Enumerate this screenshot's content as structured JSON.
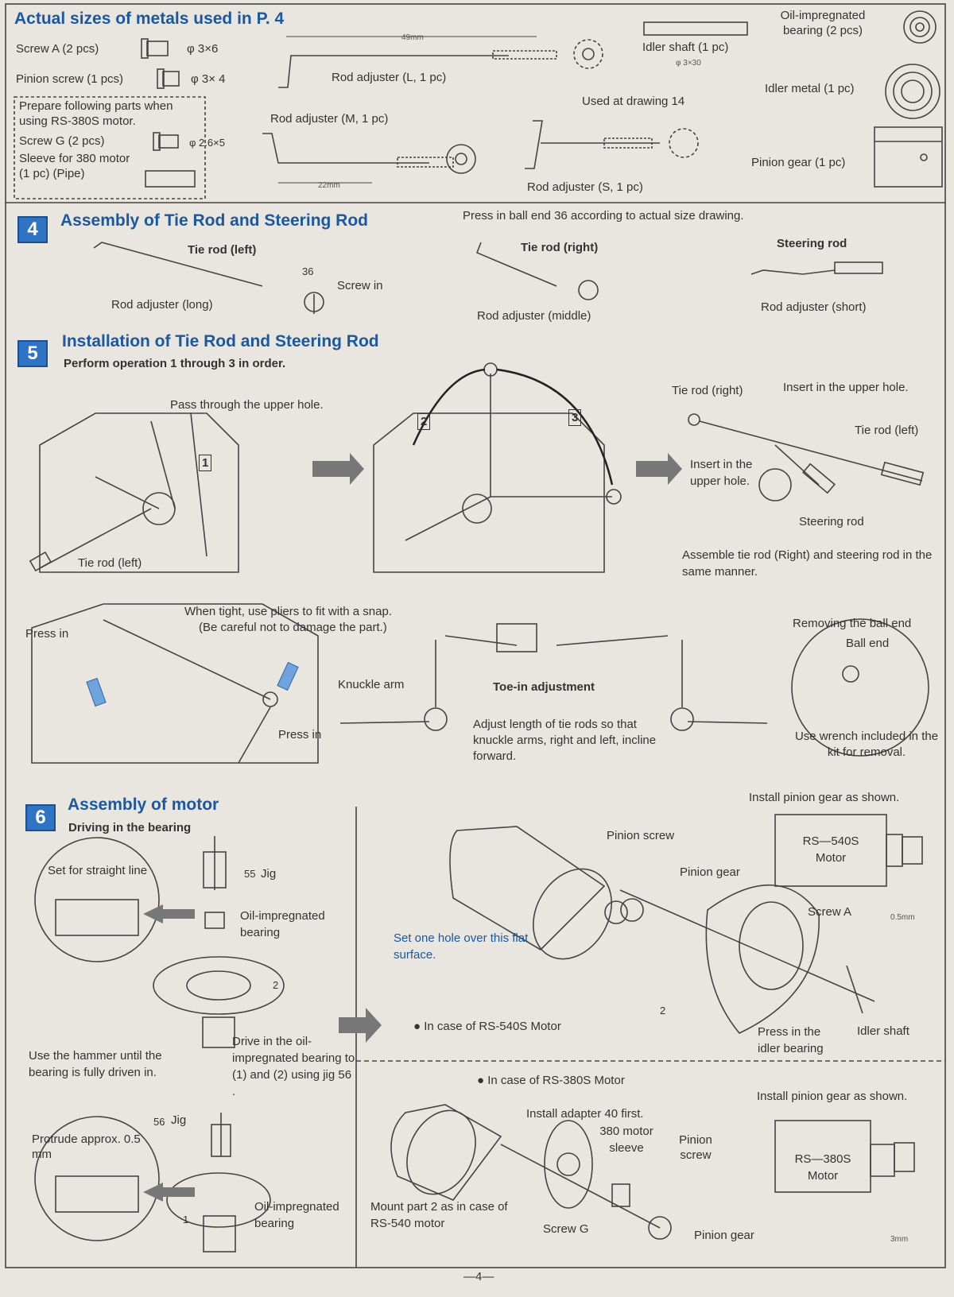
{
  "metals": {
    "title": "Actual sizes of metals used in P. 4",
    "screw_a": "Screw A (2 pcs)",
    "screw_a_size": "φ 3×6",
    "pinion_screw": "Pinion  screw (1 pcs)",
    "pinion_screw_size": "φ 3× 4",
    "prepare_note": "Prepare following parts when using RS-380S motor.",
    "screw_g": "Screw G (2 pcs)",
    "screw_g_size": "φ 2.6×5",
    "sleeve": "Sleeve for 380 motor (1 pc) (Pipe)",
    "rod_l": "Rod adjuster (L, 1 pc)",
    "dim_49": "49mm",
    "rod_m": "Rod adjuster (M, 1 pc)",
    "dim_22": "22mm",
    "used_at": "Used at drawing 14",
    "rod_s": "Rod adjuster (S, 1 pc)",
    "idler_shaft": "Idler shaft (1 pc)",
    "idler_shaft_size": "φ 3×30",
    "oil_bearing": "Oil-impregnated bearing (2 pcs)",
    "idler_metal": "Idler metal (1 pc)",
    "pinion_gear": "Pinion gear (1 pc)"
  },
  "step4": {
    "num": "4",
    "title": "Assembly of Tie Rod and Steering Rod",
    "note": "Press in ball end 36 according to actual size drawing.",
    "tie_left": "Tie rod (left)",
    "part36": "36",
    "screw_in": "Screw in",
    "rod_long": "Rod adjuster (long)",
    "tie_right": "Tie rod (right)",
    "rod_middle": "Rod adjuster (middle)",
    "steering_rod": "Steering rod",
    "rod_short": "Rod adjuster (short)"
  },
  "step5": {
    "num": "5",
    "title": "Installation of Tie Rod and Steering Rod",
    "subtitle": "Perform operation 1 through 3 in order.",
    "pass_through": "Pass through the upper hole.",
    "tie_left_label": "Tie rod (left)",
    "step1": "1",
    "step2": "2",
    "step3": "3",
    "tie_right": "Tie rod (right)",
    "insert_upper": "Insert in the upper hole.",
    "tie_left2": "Tie rod (left)",
    "insert_in": "Insert in the upper hole.",
    "steering_rod": "Steering rod",
    "assemble_note": "Assemble tie rod (Right) and steering rod in the same manner.",
    "when_tight": "When tight, use pliers to fit with a snap.",
    "be_careful": "(Be careful not to damage the part.)",
    "press_in": "Press in",
    "press_in2": "Press in",
    "knuckle_arm": "Knuckle arm",
    "toe_in": "Toe-in adjustment",
    "adjust_note": "Adjust length of tie rods so that knuckle arms, right and left, incline forward.",
    "removing": "Removing the ball end",
    "ball_end": "Ball end",
    "use_wrench": "Use wrench included in the kit for removal."
  },
  "step6": {
    "num": "6",
    "title": "Assembly of motor",
    "driving": "Driving in the bearing",
    "set_straight": "Set for straight line",
    "jig55": "55",
    "jig": "Jig",
    "oil_bearing": "Oil-impregnated bearing",
    "part2": "2",
    "drive_in": "Drive in the oil-impregnated bearing to (1) and (2) using jig  56 .",
    "use_hammer": "Use the hammer until the bearing is fully driven in.",
    "jig56": "56",
    "jig_b": "Jig",
    "protrude": "Protrude approx. 0.5 mm",
    "oil_bearing2": "Oil-impregnated bearing",
    "part1": "1",
    "install_pinion": "Install pinion gear as shown.",
    "rs540": "RS—540S Motor",
    "dim_05": "0.5mm",
    "pinion_screw": "Pinion screw",
    "pinion_gear": "Pinion gear",
    "screw_a": "Screw A",
    "set_hole": "Set one hole over this flat surface.",
    "part2b": "2",
    "case540": "● In case of RS-540S Motor",
    "press_idler": "Press in the idler bearing",
    "idler_shaft": "Idler shaft",
    "case380": "● In case of RS-380S Motor",
    "install_pinion2": "Install pinion gear as shown.",
    "install_adapter": "Install adapter 40 first.",
    "sleeve380": "380 motor sleeve",
    "pinion_screw2": "Pinion screw",
    "rs380": "RS—380S Motor",
    "mount_part": "Mount part 2 as in case of RS-540 motor",
    "screw_g": "Screw G",
    "pinion_gear2": "Pinion gear",
    "dim_3": "3mm"
  },
  "page_number": "—4—"
}
